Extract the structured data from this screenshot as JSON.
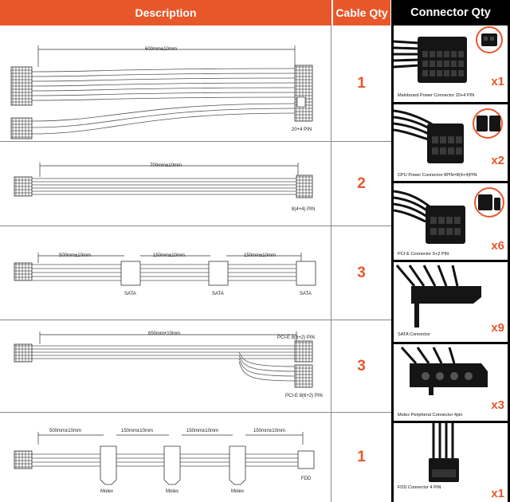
{
  "header": {
    "description": "Description",
    "cable_qty": "Cable Qty",
    "connector_qty": "Connector Qty"
  },
  "rows": [
    {
      "qty": "1",
      "length_label": "600mm±10mm",
      "type_label": "20+4 PIN"
    },
    {
      "qty": "2",
      "length_label": "700mm±10mm",
      "type_label": "8(4+4) PIN"
    },
    {
      "qty": "3",
      "lengths": [
        "500mm±10mm",
        "150mm±10mm",
        "150mm±10mm"
      ],
      "labels": [
        "SATA",
        "SATA",
        "SATA"
      ]
    },
    {
      "qty": "3",
      "length_label": "650mm±10mm",
      "labels": [
        "PCI-E 8(6+2) PIN",
        "PCI-E 8(6+2) PIN"
      ]
    },
    {
      "qty": "1",
      "lengths": [
        "500mm±10mm",
        "150mm±10mm",
        "150mm±10mm",
        "150mm±10mm"
      ],
      "labels": [
        "Molex",
        "Molex",
        "Molex",
        "FDD"
      ]
    }
  ],
  "connectors": [
    {
      "name": "Mainboard Power Connector 20+4 PIN",
      "count": "x1",
      "icon": "atx-24pin-connector-icon"
    },
    {
      "name": "CPU Power Connector 8PIN=8(4+4)PIN",
      "count": "x2",
      "icon": "cpu-8pin-connector-icon"
    },
    {
      "name": "PCI-E Connector 6+2 PIN",
      "count": "x6",
      "icon": "pcie-connector-icon"
    },
    {
      "name": "SATA Connector",
      "count": "x9",
      "icon": "sata-connector-icon"
    },
    {
      "name": "Molex Peripheral Connector 4pin",
      "count": "x3",
      "icon": "molex-connector-icon"
    },
    {
      "name": "FDD Connector 4 PIN",
      "count": "x1",
      "icon": "fdd-connector-icon"
    }
  ],
  "colors": {
    "accent": "#e8572a",
    "header_dark": "#000000"
  }
}
